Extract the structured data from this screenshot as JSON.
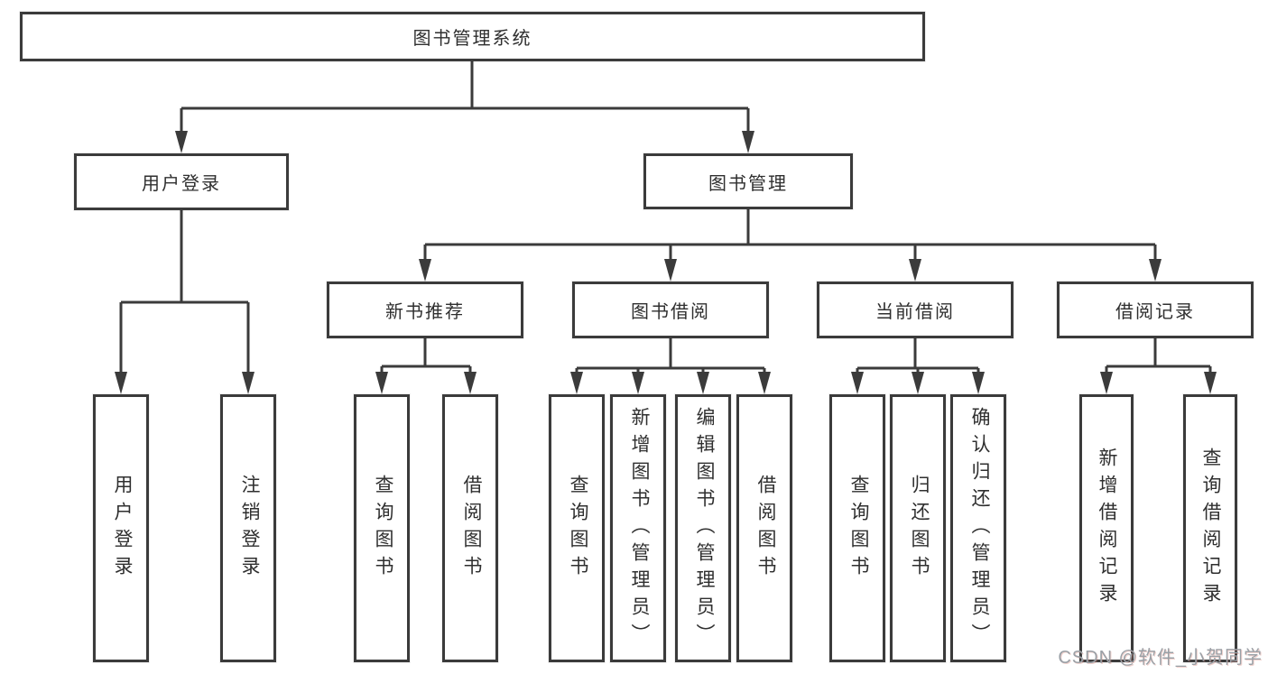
{
  "tree": {
    "label": "图书管理系统",
    "children": [
      {
        "label": "用户登录",
        "children": [
          {
            "label": "用户登录"
          },
          {
            "label": "注销登录"
          }
        ]
      },
      {
        "label": "图书管理",
        "children": [
          {
            "label": "新书推荐",
            "children": [
              {
                "label": "查询图书"
              },
              {
                "label": "借阅图书"
              }
            ]
          },
          {
            "label": "图书借阅",
            "children": [
              {
                "label": "查询图书"
              },
              {
                "label": "新增图书（管理员）"
              },
              {
                "label": "编辑图书（管理员）"
              },
              {
                "label": "借阅图书"
              }
            ]
          },
          {
            "label": "当前借阅",
            "children": [
              {
                "label": "查询图书"
              },
              {
                "label": "归还图书"
              },
              {
                "label": "确认归还（管理员）"
              }
            ]
          },
          {
            "label": "借阅记录",
            "children": [
              {
                "label": "新增借阅记录"
              },
              {
                "label": "查询借阅记录"
              }
            ]
          }
        ]
      }
    ]
  },
  "watermark": {
    "text": "CSDN @软件_小贺同学"
  },
  "colors": {
    "line": "#3b3b3b",
    "border": "#3b3b3b",
    "text": "#2f2f2f",
    "background": "#ffffff",
    "watermark": "#9aa0a6"
  }
}
